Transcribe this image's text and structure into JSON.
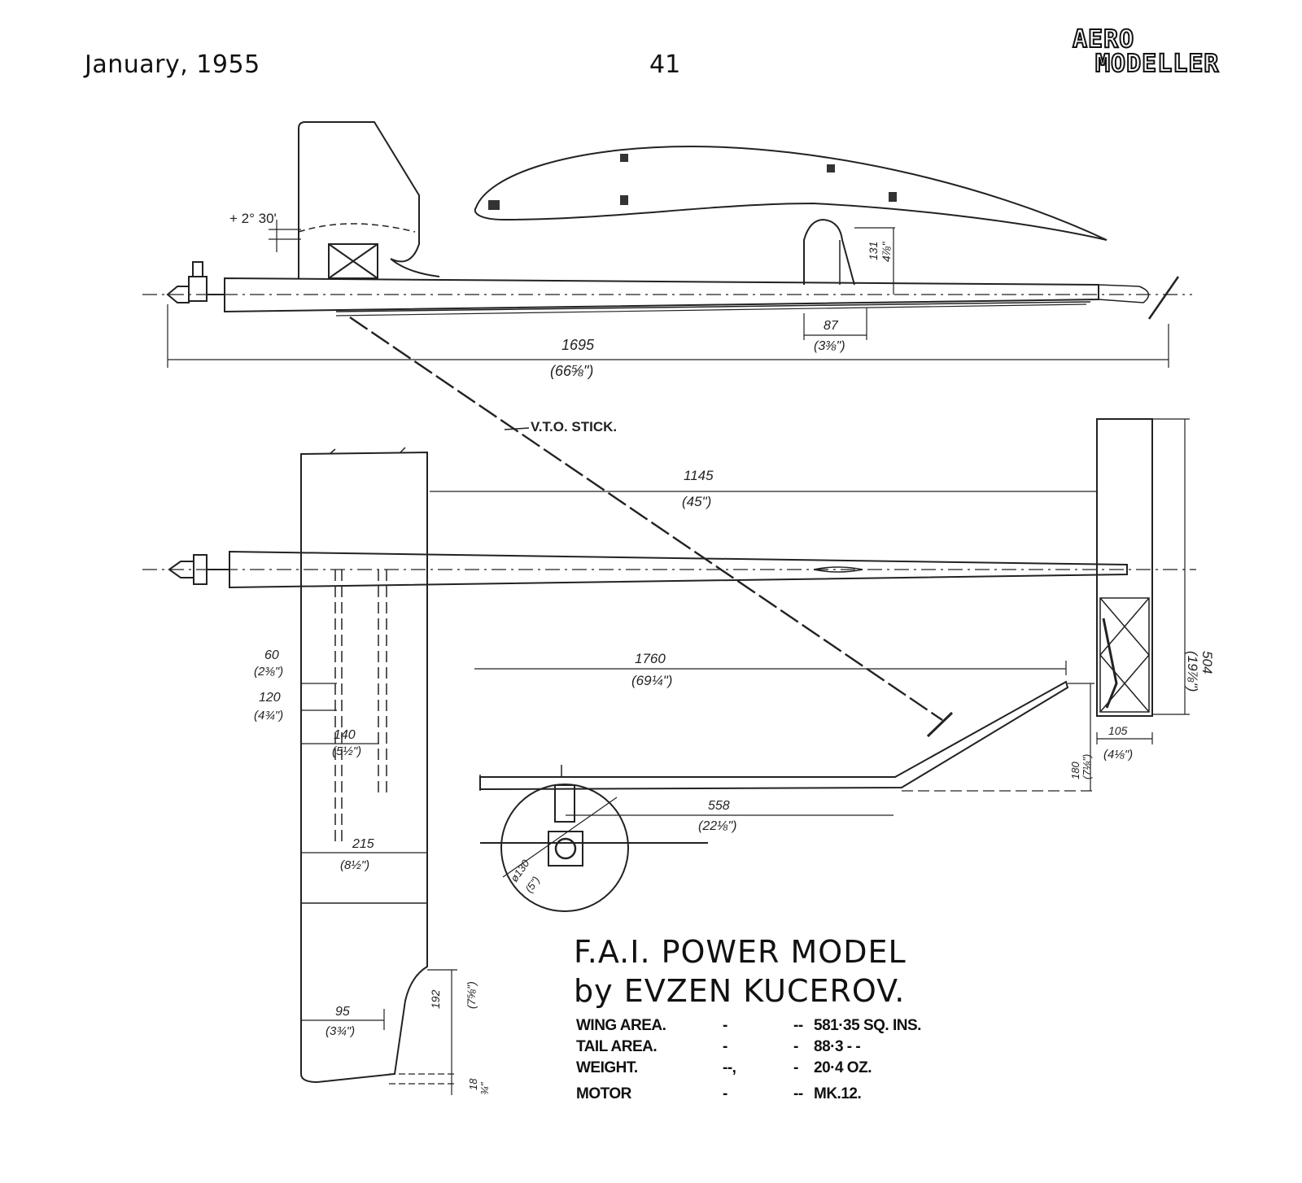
{
  "header": {
    "date": "January, 1955",
    "page_number": "41",
    "logo_line_1": "AERO",
    "logo_line_2": "MODELLER"
  },
  "drawing": {
    "side_view": {
      "incidence": "+ 2° 30'",
      "fin_height_mm": "131",
      "fin_height_in": "4⅞\"",
      "fin_chord_mm": "87",
      "fin_chord_in": "(3⅜\")",
      "length_mm": "1695",
      "length_in": "(66⅝\")"
    },
    "vto_stick_label": "V.T.O. STICK.",
    "plan_view": {
      "moment_arm_mm": "1145",
      "moment_arm_in": "(45\")",
      "tail_span_mm": "504",
      "tail_span_in": "(19⅞\")",
      "tail_chord_mm": "105",
      "tail_chord_in": "(4⅛\")",
      "dim_60_mm": "60",
      "dim_60_in": "(2⅜\")",
      "dim_120_mm": "120",
      "dim_120_in": "(4¾\")",
      "dim_140_mm": "140",
      "dim_140_in": "(5½\")",
      "wing_chord_mm": "215",
      "wing_chord_in": "(8½\")",
      "tip_chord_mm": "95",
      "tip_chord_in": "(3¾\")",
      "tip_length_mm": "192",
      "tip_length_in": "(7⅝\")",
      "tip_offset_mm": "18",
      "tip_offset_in": "¾\""
    },
    "dihedral_view": {
      "span_mm": "1760",
      "span_in": "(69¼\")",
      "panel_mm": "558",
      "panel_in": "(22⅛\")",
      "rise_mm": "180",
      "rise_in": "(7⅛\")",
      "prop_dia_mm": "ø130",
      "prop_dia_in": "(5\")"
    }
  },
  "title": {
    "line_1": "F.A.I. POWER MODEL",
    "line_2": "by EVZEN KUCEROV."
  },
  "specs": [
    {
      "label": "WING AREA.",
      "dash1": "-",
      "dash2": "--",
      "value": "581·35 SQ. INS."
    },
    {
      "label": "TAIL  AREA.",
      "dash1": "-",
      "dash2": "-",
      "value": "88·3  -  -"
    },
    {
      "label": "WEIGHT.",
      "dash1": "--,",
      "dash2": "-",
      "value": "20·4  OZ."
    },
    {
      "label": "MOTOR",
      "dash1": "-",
      "dash2": "--",
      "value": "MK.12."
    }
  ]
}
